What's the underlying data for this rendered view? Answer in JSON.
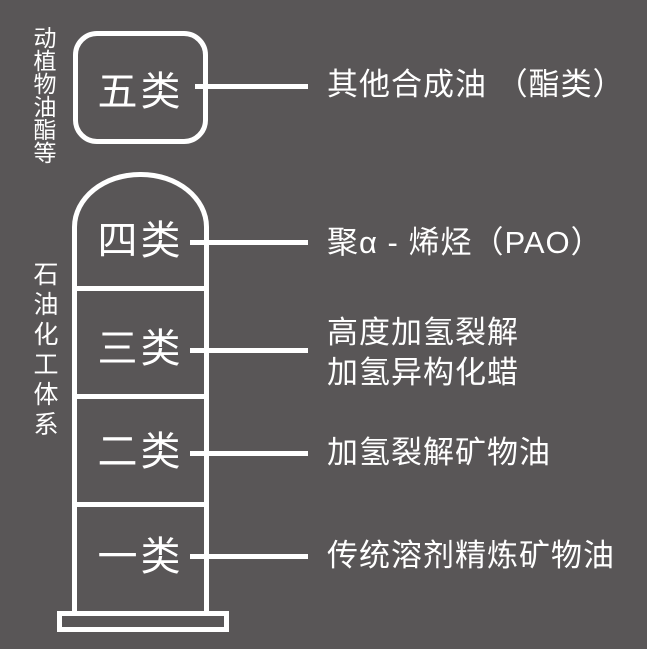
{
  "colors": {
    "background": "#595657",
    "foreground": "#ffffff"
  },
  "side_labels": {
    "top": "动植物油酯等",
    "bottom": "石油化工体系"
  },
  "groups": [
    {
      "label": "五类",
      "annotation": "其他合成油 （酯类）"
    },
    {
      "label": "四类",
      "annotation": "聚α - 烯烃（PAO）"
    },
    {
      "label": "三类",
      "annotation_line1": "高度加氢裂解",
      "annotation_line2": "加氢异构化蜡"
    },
    {
      "label": "二类",
      "annotation": "加氢裂解矿物油"
    },
    {
      "label": "一类",
      "annotation": "传统溶剂精炼矿物油"
    }
  ]
}
